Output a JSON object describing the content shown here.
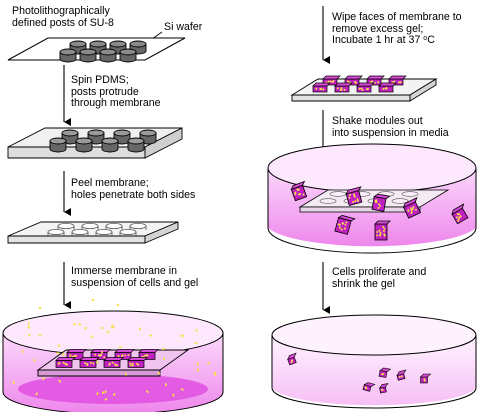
{
  "steps": {
    "step1": {
      "line1": "Photolithographically",
      "line2": "defined posts of SU-8"
    },
    "wafer_label": "Si wafer",
    "step2": {
      "line1": "Spin PDMS;",
      "line2": "posts protrude",
      "line3": "through membrane"
    },
    "step3": {
      "line1": "Peel membrane;",
      "line2": "holes penetrate both sides"
    },
    "step4": {
      "line1": "Immerse membrane in",
      "line2": "suspension of cells and gel"
    },
    "step5": {
      "line1": "Wipe faces of membrane to",
      "line2": "remove excess gel;",
      "line3_prefix": "Incubate 1 hr at 37 ",
      "line3_sup": "o",
      "line3_suffix": "C"
    },
    "step6": {
      "line1": "Shake modules out",
      "line2": "into suspension in media"
    },
    "step7": {
      "line1": "Cells proliferate and",
      "line2": "shrink the gel"
    }
  },
  "colors": {
    "media_pink": "#f29af2",
    "media_deep": "#e85de6",
    "module_magenta": "#c020c0",
    "cell_yellow": "#f7e04a",
    "membrane_gray": "#e8e8e8",
    "post_gray": "#666666"
  }
}
